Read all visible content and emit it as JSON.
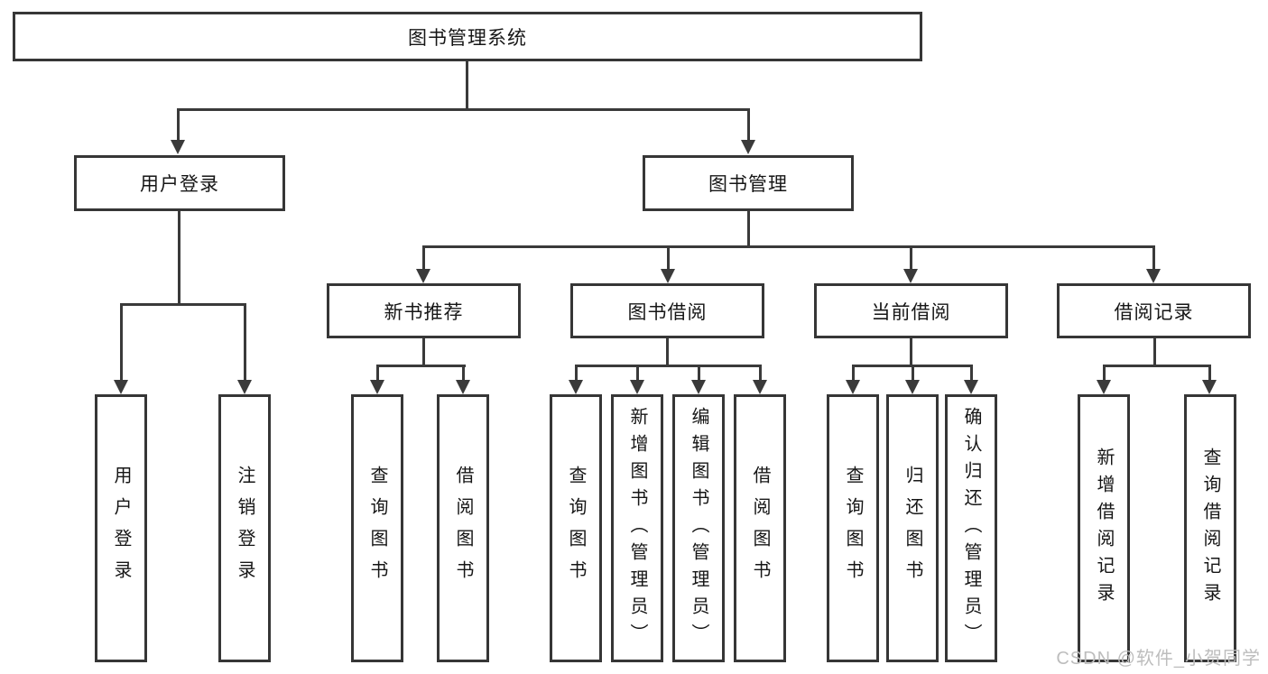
{
  "tree": {
    "root": "图书管理系统",
    "level2": [
      {
        "label": "用户登录",
        "children": [
          {
            "label": "用户登录"
          },
          {
            "label": "注销登录"
          }
        ]
      },
      {
        "label": "图书管理",
        "children": [
          {
            "label": "新书推荐",
            "children": [
              {
                "label": "查询图书"
              },
              {
                "label": "借阅图书"
              }
            ]
          },
          {
            "label": "图书借阅",
            "children": [
              {
                "label": "查询图书"
              },
              {
                "label": "新增图书（管理员）"
              },
              {
                "label": "编辑图书（管理员）"
              },
              {
                "label": "借阅图书"
              }
            ]
          },
          {
            "label": "当前借阅",
            "children": [
              {
                "label": "查询图书"
              },
              {
                "label": "归还图书"
              },
              {
                "label": "确认归还（管理员）"
              }
            ]
          },
          {
            "label": "借阅记录",
            "children": [
              {
                "label": "新增借阅记录"
              },
              {
                "label": "查询借阅记录"
              }
            ]
          }
        ]
      }
    ]
  },
  "watermark": "CSDN @软件_小贺同学",
  "colors": {
    "line": "#3a3a3a",
    "border": "#363636",
    "text": "#161616",
    "watermark": "#bdbdbd",
    "background": "#ffffff"
  }
}
